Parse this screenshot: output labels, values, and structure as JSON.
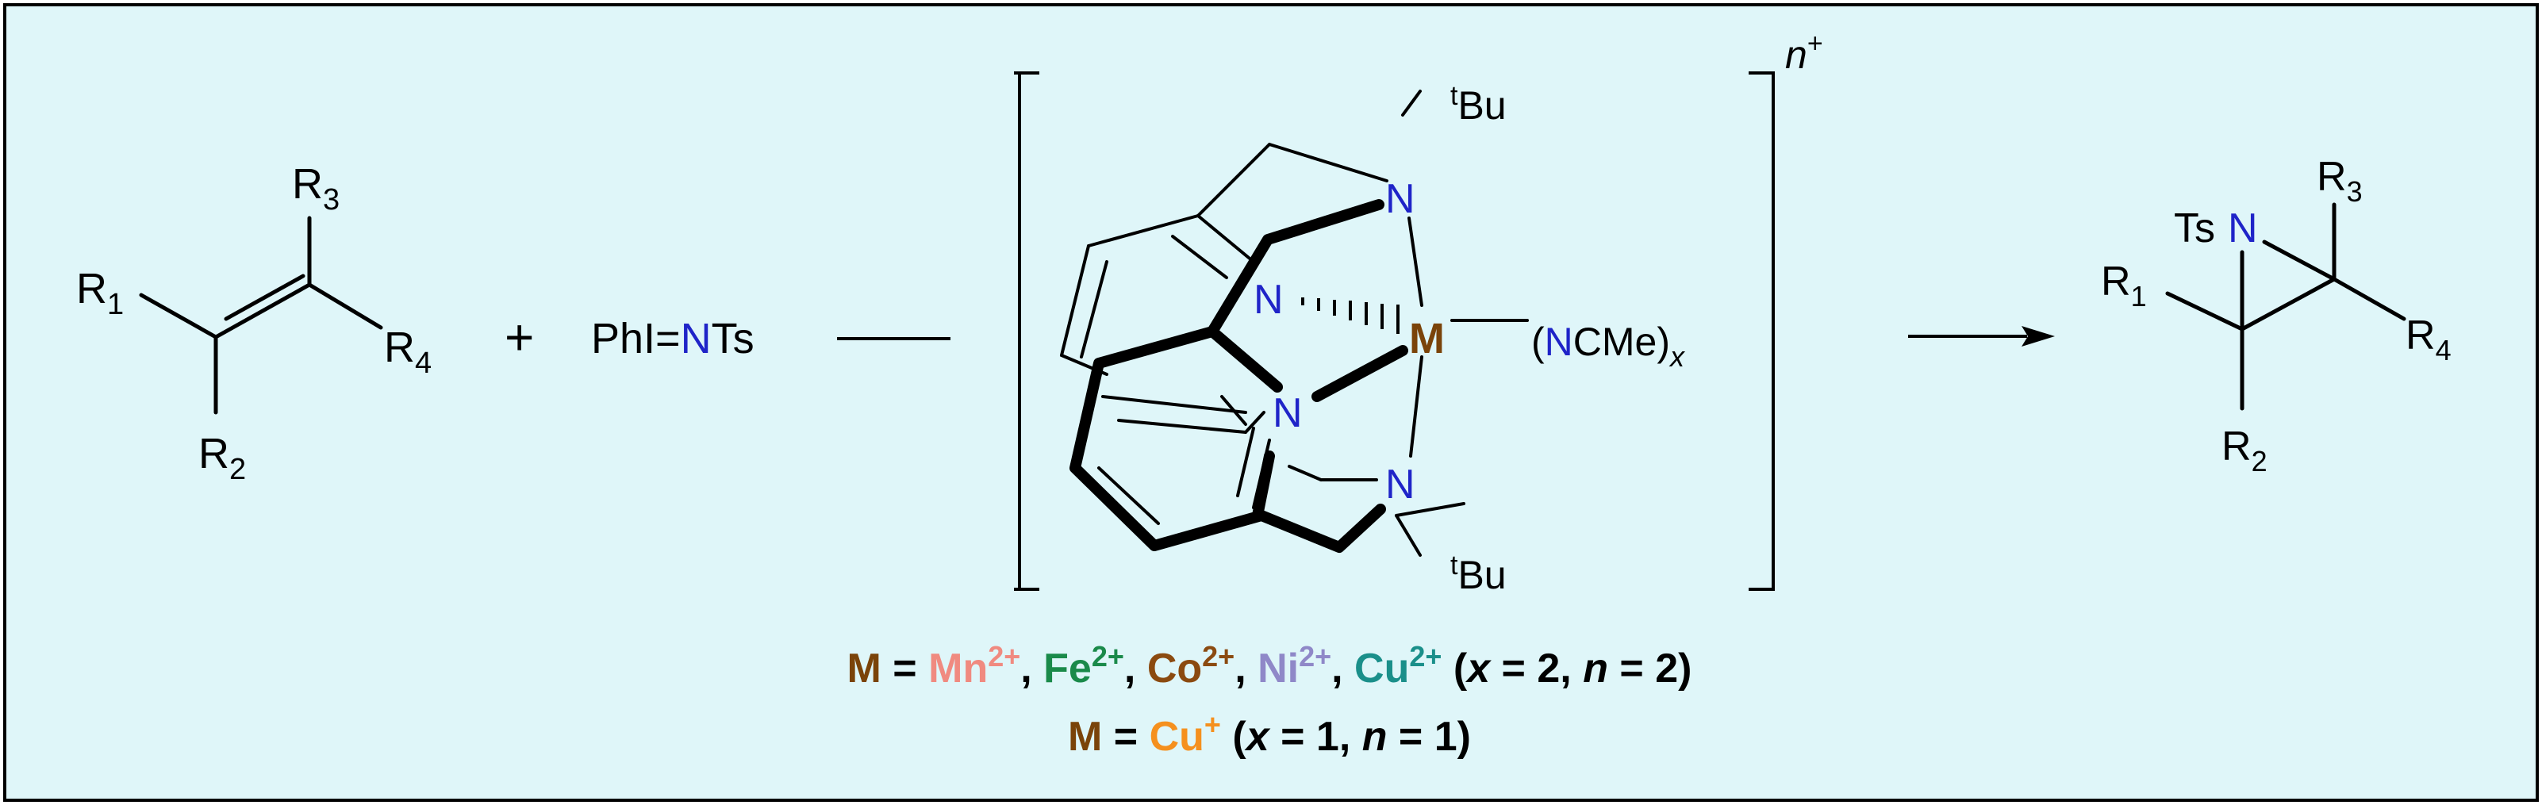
{
  "colors": {
    "background": "#dff6f9",
    "frame": "#000000",
    "bond": "#000000",
    "nitrogen": "#1f24c8",
    "metal": "#7a4309",
    "Mn": "#f08a80",
    "Fe": "#1a8a4a",
    "Co": "#8b4a10",
    "Ni": "#8f88c8",
    "Cu2": "#1a8f8a",
    "Cu1": "#f5901e"
  },
  "alkene": {
    "r1": "R",
    "r1_sub": "1",
    "r2": "R",
    "r2_sub": "2",
    "r3": "R",
    "r3_sub": "3",
    "r4": "R",
    "r4_sub": "4"
  },
  "plus": "+",
  "oxidant": {
    "pre": "PhI=",
    "n": "N",
    "post": "Ts"
  },
  "complex": {
    "tbu_top_sup": "t",
    "tbu_top": "Bu",
    "tbu_bottom_sup": "t",
    "tbu_bottom": "Bu",
    "n1": "N",
    "n2": "N",
    "n3": "N",
    "n4": "N",
    "metal": "M",
    "ligand_open": "(",
    "ligand_n": "N",
    "ligand_rest": "CMe)",
    "ligand_sub": "x",
    "charge": "n",
    "charge_sup": "+"
  },
  "product": {
    "ts": "Ts",
    "n": "N",
    "r1": "R",
    "r1_sub": "1",
    "r2": "R",
    "r2_sub": "2",
    "r3": "R",
    "r3_sub": "3",
    "r4": "R",
    "r4_sub": "4"
  },
  "legend": {
    "line1": {
      "m": "M",
      "eq": " = ",
      "mn": "Mn",
      "mn_sup": "2+",
      "sep1": ", ",
      "fe": "Fe",
      "fe_sup": "2+",
      "sep2": ", ",
      "co": "Co",
      "co_sup": "2+",
      "sep3": ", ",
      "ni": "Ni",
      "ni_sup": "2+",
      "sep4": ", ",
      "cu": "Cu",
      "cu_sup": "2+",
      "open": " (",
      "x": "x",
      "x_eq": " = 2, ",
      "n": "n",
      "n_eq": " = 2)"
    },
    "line2": {
      "m": "M",
      "eq": " = ",
      "cu": "Cu",
      "cu_sup": "+",
      "open": " (",
      "x": "x",
      "x_eq": " = 1, ",
      "n": "n",
      "n_eq": " = 1)"
    }
  }
}
